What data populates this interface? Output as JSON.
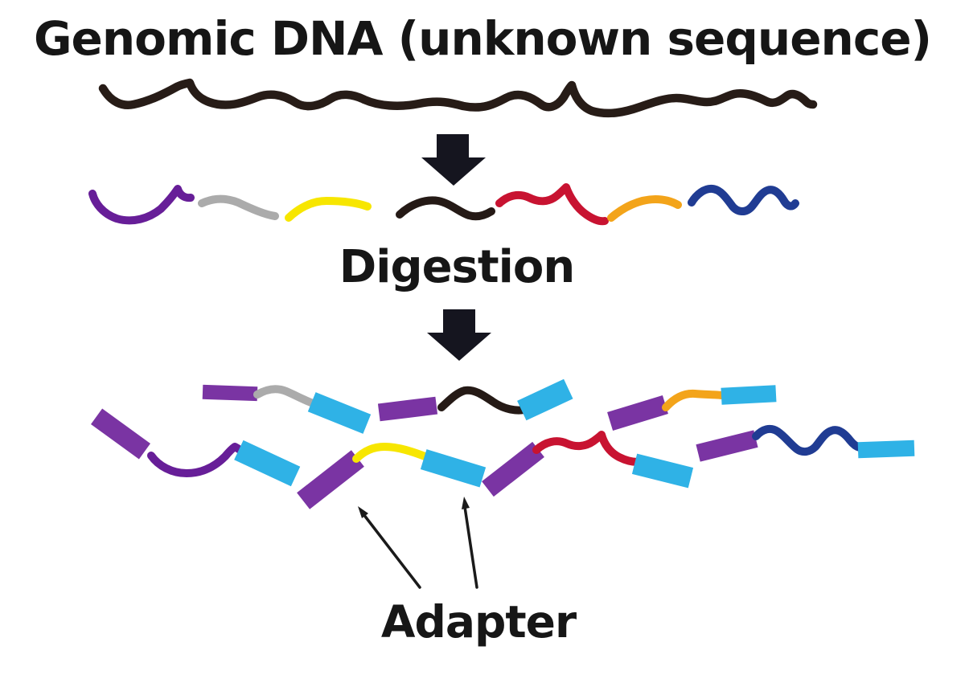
{
  "title": "Genomic DNA (unknown sequence)",
  "labels": {
    "digestion": "Digestion",
    "adapter": "Adapter"
  },
  "colors": {
    "text": "#161616",
    "arrow": "#15151f",
    "pointer": "#1a1a1a",
    "genomic_dna": "#271c17",
    "adapter_purple": "#7a34a3",
    "adapter_cyan": "#2fb2e6",
    "fragment_purple": "#671e98",
    "fragment_gray": "#ababab",
    "fragment_yellow": "#f7e600",
    "fragment_black": "#251a16",
    "fragment_red": "#c81331",
    "fragment_orange": "#f3a41a",
    "fragment_navy": "#203c93"
  },
  "digested_fragments": [
    "purple",
    "gray",
    "yellow",
    "black",
    "red",
    "orange",
    "navy"
  ],
  "adapter_ligation": {
    "adapter_colors": [
      "purple",
      "cyan"
    ],
    "fragments": [
      {
        "fragment": "purple",
        "left_adapter": "purple",
        "right_adapter": "cyan"
      },
      {
        "fragment": "gray",
        "left_adapter": "purple",
        "right_adapter": "cyan"
      },
      {
        "fragment": "black",
        "left_adapter": "purple",
        "right_adapter": "cyan"
      },
      {
        "fragment": "yellow",
        "left_adapter": "purple",
        "right_adapter": "cyan"
      },
      {
        "fragment": "red",
        "left_adapter": "purple",
        "right_adapter": "cyan"
      },
      {
        "fragment": "orange",
        "left_adapter": "purple",
        "right_adapter": "cyan"
      },
      {
        "fragment": "navy",
        "left_adapter": "purple",
        "right_adapter": "cyan"
      }
    ]
  }
}
